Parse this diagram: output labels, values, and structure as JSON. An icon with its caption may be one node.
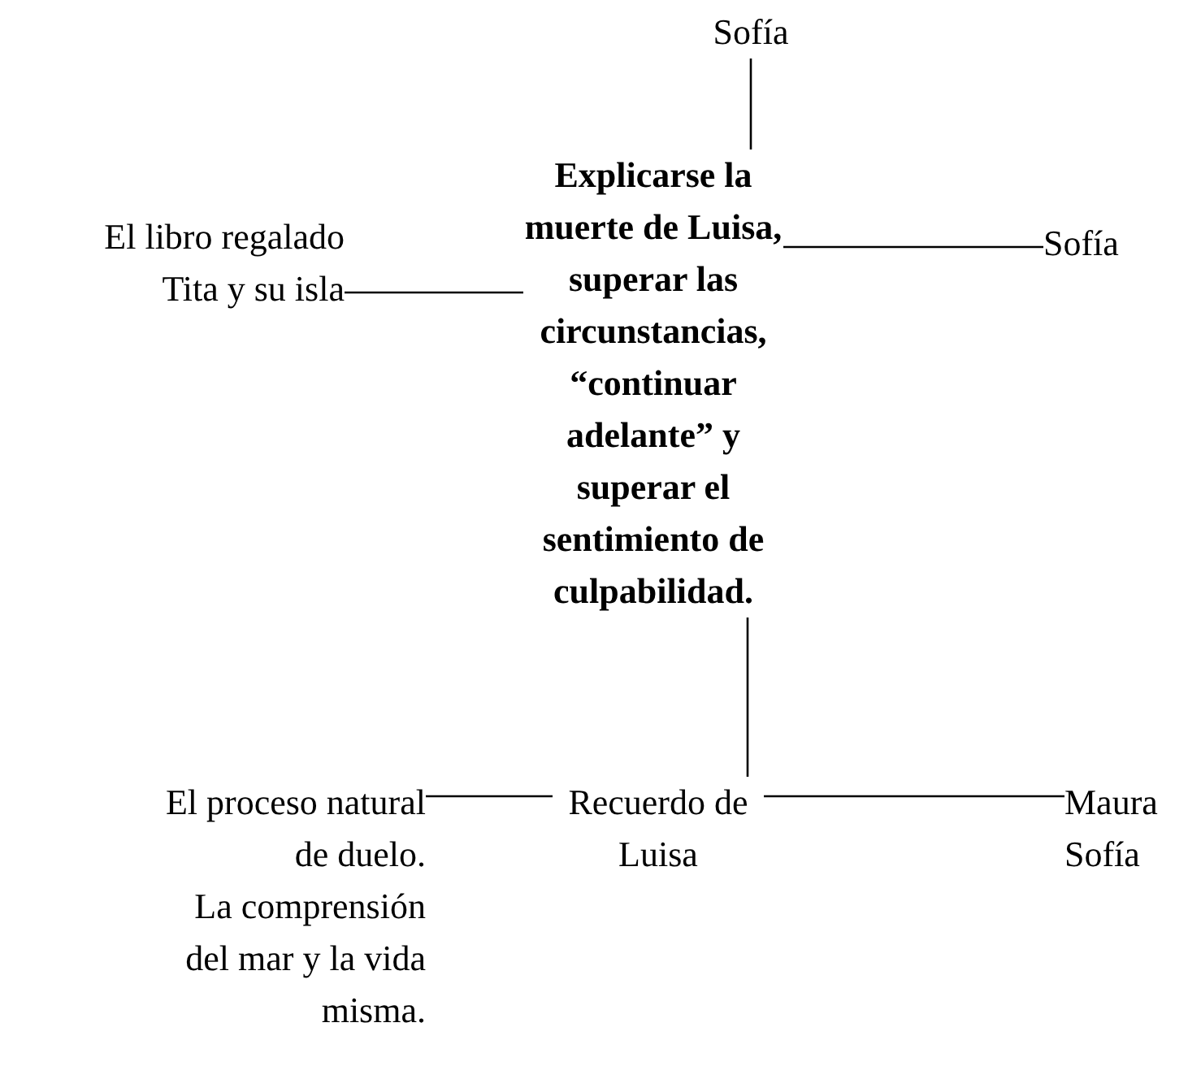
{
  "diagram": {
    "nodes": [
      {
        "text": [
          "Sofía"
        ]
      },
      {
        "text": [
          "Explicarse la muerte de Luisa, superar las circunstancias, “continuar adelante” y superar el sentimiento de culpabilidad."
        ]
      },
      {
        "text": [
          "Sofía"
        ]
      },
      {
        "text": [
          "El libro regalado",
          "Tita y su isla"
        ]
      },
      {
        "text": [
          "Recuerdo de Luisa"
        ]
      },
      {
        "text": [
          "El proceso natural de duelo.",
          "La comprensión del mar y la vida misma."
        ]
      },
      {
        "text": [
          "Maura",
          "Sofía"
        ]
      }
    ],
    "edges": [
      {
        "from": 0,
        "to": 1,
        "arrow": "none"
      },
      {
        "from": 1,
        "to": 2,
        "arrow": "none"
      },
      {
        "from": 3,
        "to": 1,
        "arrow": "none"
      },
      {
        "from": 1,
        "to": 4,
        "arrow": "none"
      },
      {
        "from": 5,
        "to": 4,
        "arrow": "none"
      },
      {
        "from": 4,
        "to": 6,
        "arrow": "none"
      }
    ]
  }
}
